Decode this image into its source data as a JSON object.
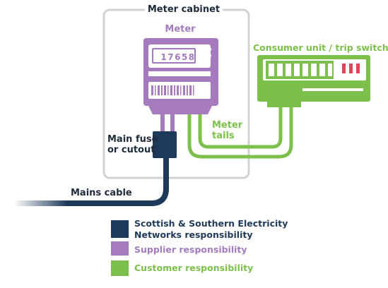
{
  "labels": {
    "meter_cabinet": "Meter cabinet",
    "meter": "Meter",
    "meter_reading": "17658",
    "consumer_unit": "Consumer unit / trip switches",
    "meter_tails_line1": "Meter",
    "meter_tails_line2": "tails",
    "main_fuse_line1": "Main fuse",
    "main_fuse_line2": "or cutout",
    "mains_cable": "Mains cable"
  },
  "legend": [
    {
      "line1": "Scottish & Southern Electricity",
      "line2": "Networks responsibility",
      "color": "#1e3a5a"
    },
    {
      "line1": "Supplier responsibility",
      "color": "#a57bbd"
    },
    {
      "line1": "Customer responsibility",
      "color": "#7cc04b"
    }
  ],
  "colors": {
    "network": "#1e3a5a",
    "supplier": "#a57bbd",
    "customer": "#7cc04b",
    "cabinet": "#d2d2d2",
    "switch_red": "#e0445a"
  }
}
